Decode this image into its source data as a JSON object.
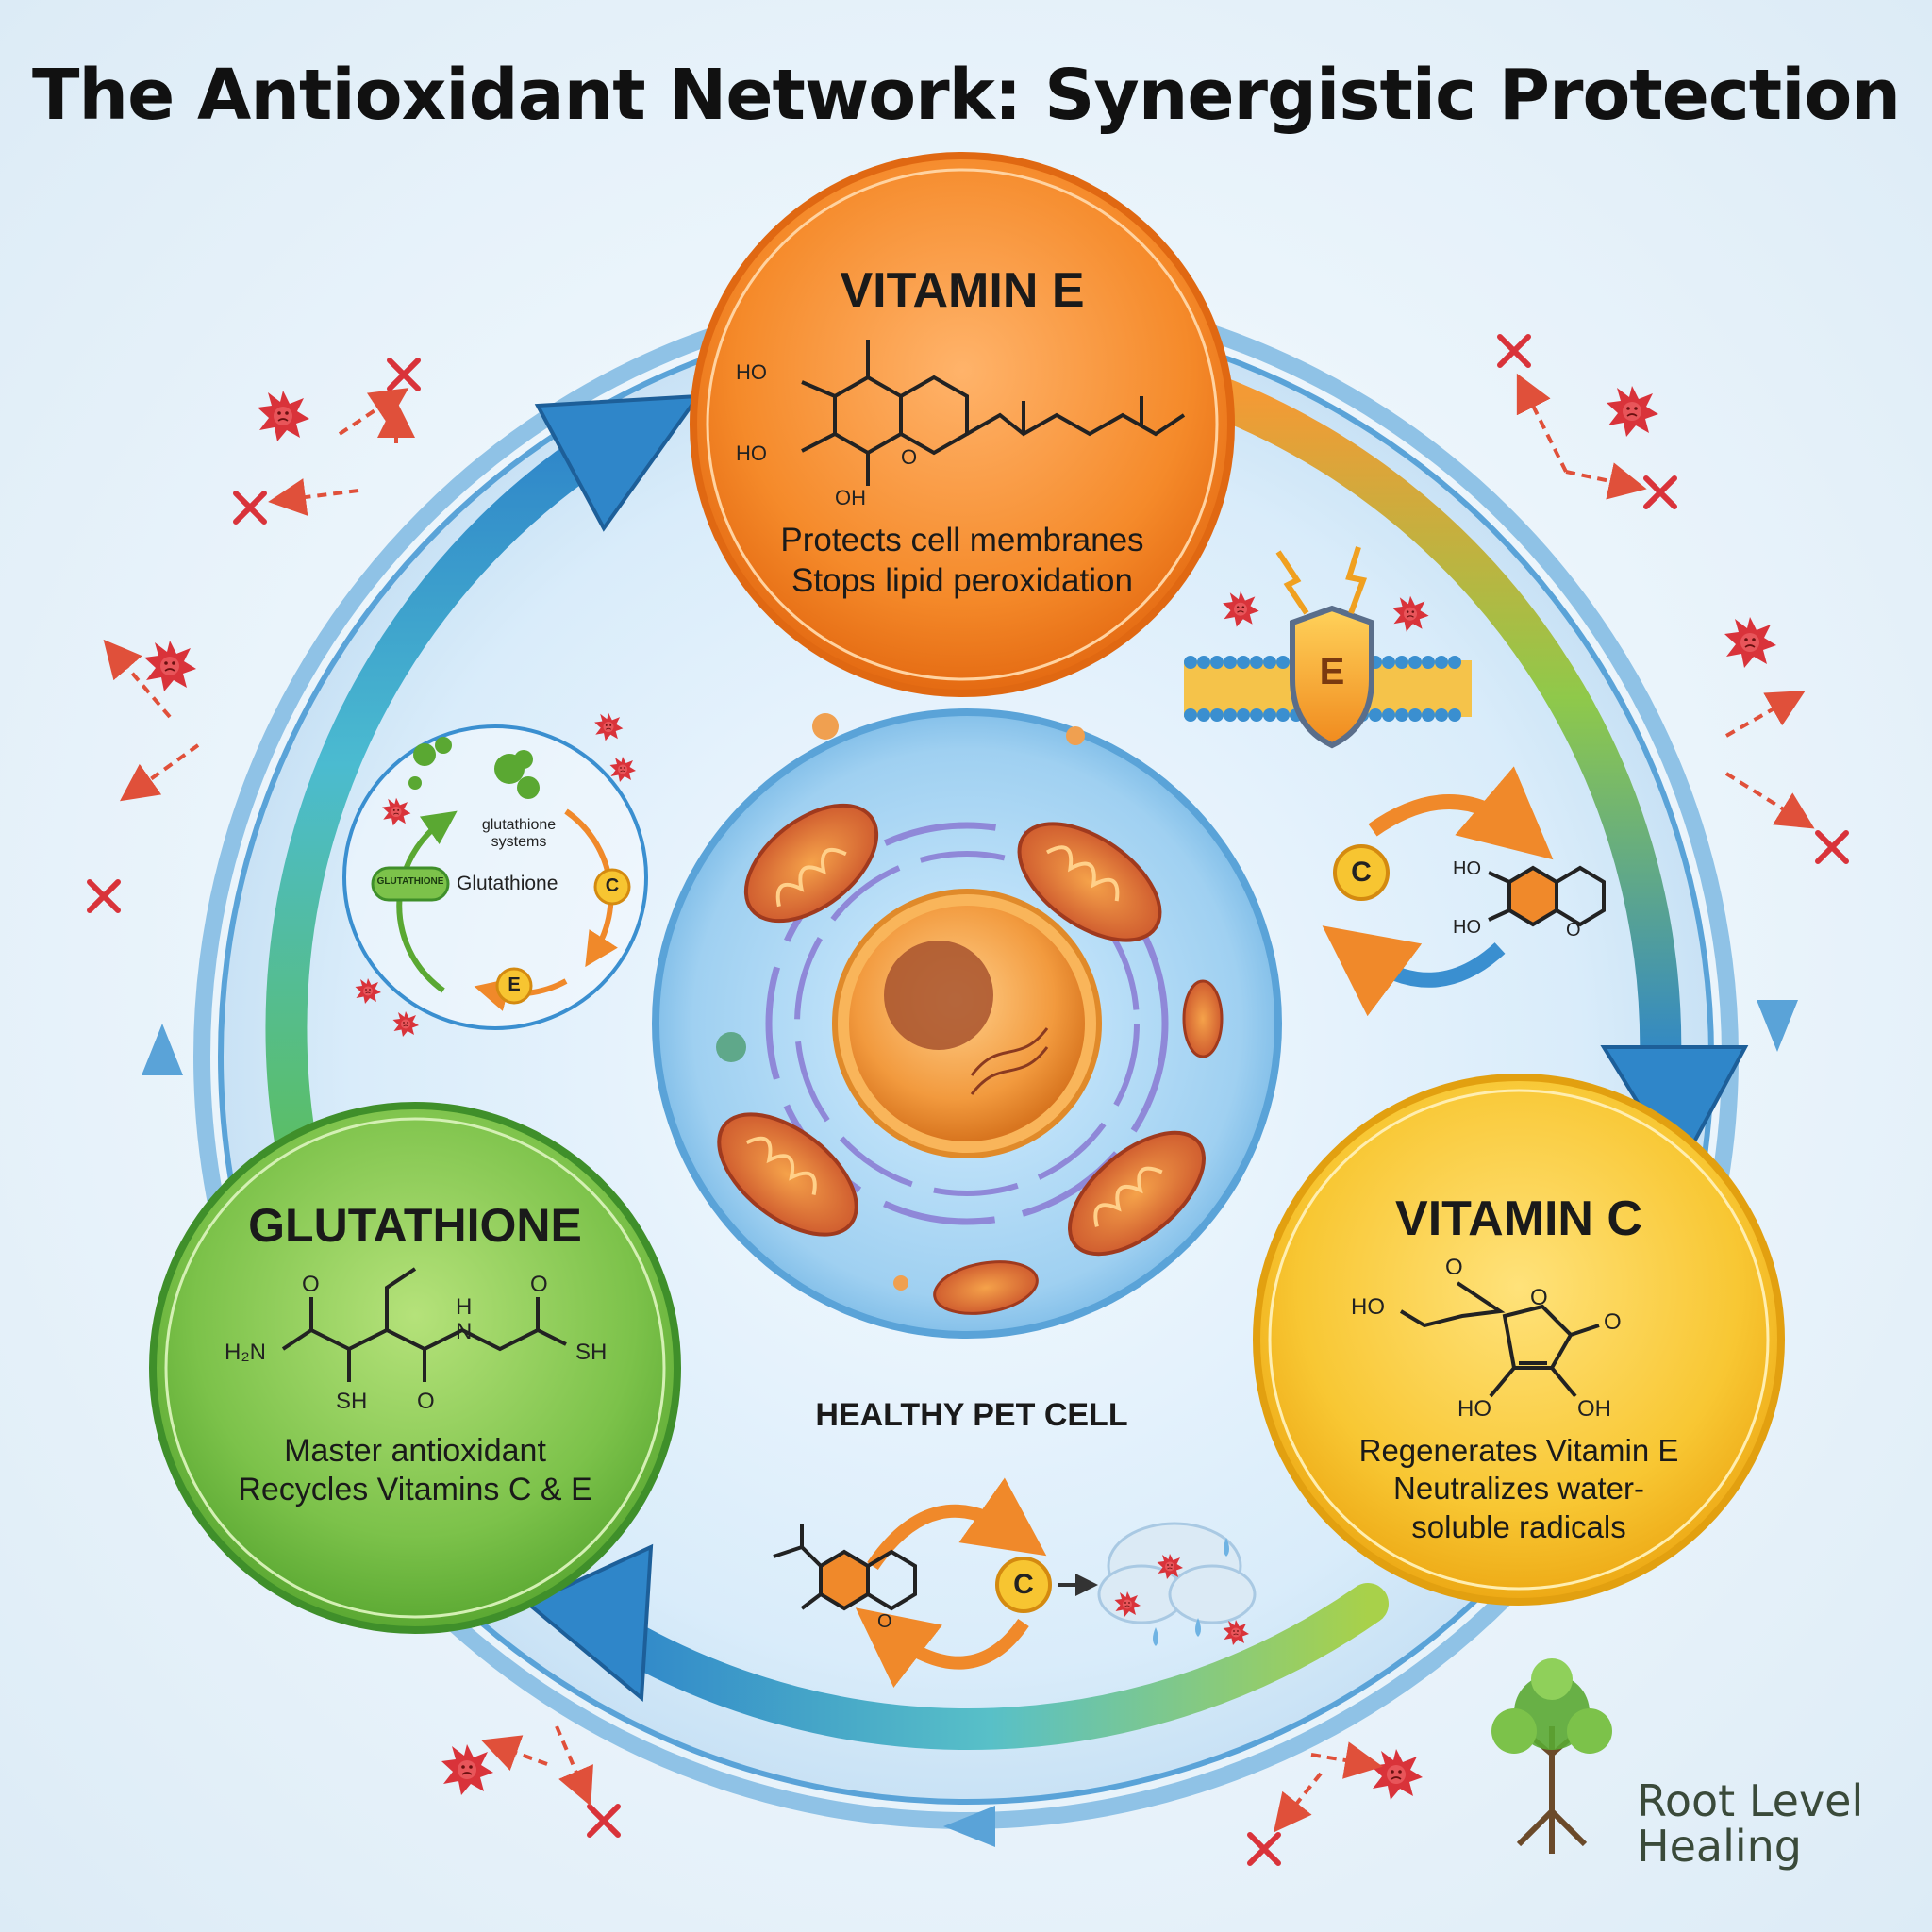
{
  "title": "The Antioxidant Network: Synergistic Protection",
  "colors": {
    "vitamin_e": "#f28a2e",
    "vitamin_c": "#f7c531",
    "glutathione": "#7cc24a",
    "ring_blue": "#2f86c9",
    "radical_red": "#d93a3a"
  },
  "vitamin_e": {
    "name": "VITAMIN E",
    "atoms": {
      "ho_top": "HO",
      "ho_mid": "HO",
      "oh_bottom": "OH",
      "o_ring": "O"
    },
    "lines": [
      "Protects cell membranes",
      "Stops lipid peroxidation"
    ]
  },
  "vitamin_c": {
    "name": "VITAMIN C",
    "atoms": {
      "ho_left": "HO",
      "o_top": "O",
      "o_ring": "O",
      "o_right": "O",
      "ho_bottom": "HO",
      "oh_bottom": "OH"
    },
    "lines": [
      "Regenerates Vitamin E",
      "Neutralizes water-",
      "soluble radicals"
    ]
  },
  "glutathione": {
    "name": "GLUTATHIONE",
    "atoms": {
      "o_left": "O",
      "h2n": "H₂N",
      "sh_bottom": "SH",
      "h_top": "H",
      "n_mid": "N",
      "o_mid": "O",
      "o_right": "O",
      "sh_right": "SH"
    },
    "lines": [
      "Master antioxidant",
      "Recycles Vitamins C & E"
    ]
  },
  "cycle": {
    "title_line1": "glutathione",
    "title_line2": "systems",
    "label": "Glutathione",
    "pill": "GLUTATHIONE",
    "badge_c": "C",
    "badge_e": "E"
  },
  "shield_letter": "E",
  "right_panel": {
    "badge": "C",
    "ho_top": "HO",
    "ho_bottom": "HO",
    "o_ring": "O"
  },
  "bottom_panel": {
    "badge": "C",
    "o_ring": "O"
  },
  "cell_label": "HEALTHY PET CELL",
  "logo": {
    "line1": "Root Level",
    "line2": "Healing"
  }
}
